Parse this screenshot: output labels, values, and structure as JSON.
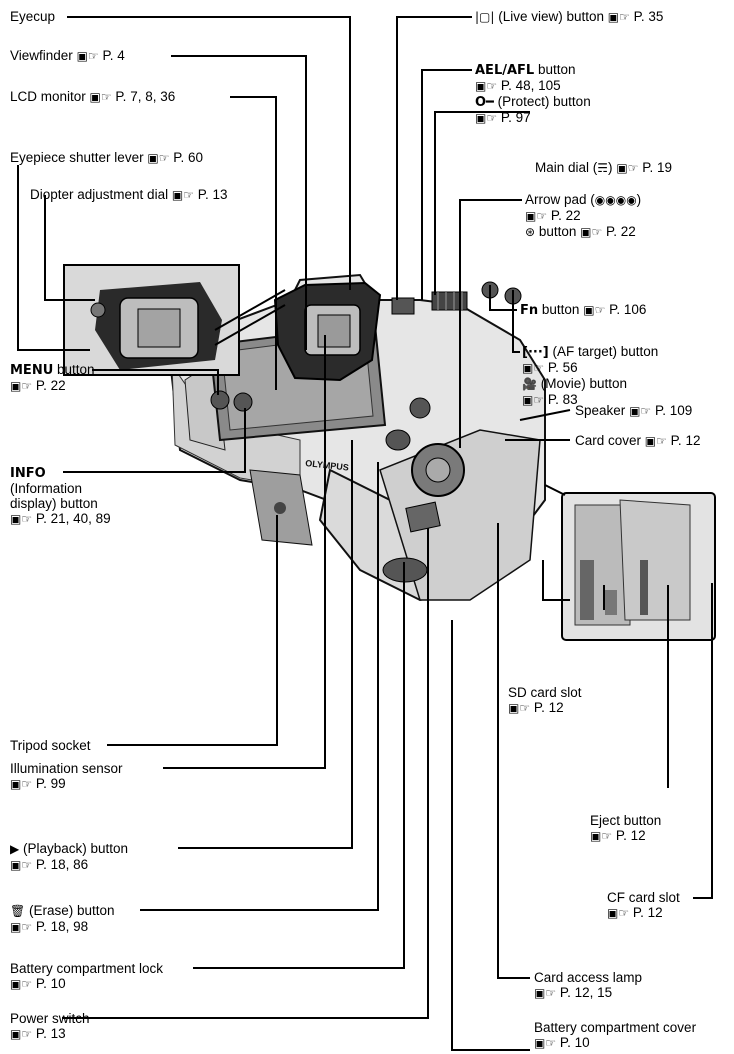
{
  "ref_mark": "☞",
  "labels": {
    "eyecup": "Eyecup",
    "viewfinder": {
      "name": "Viewfinder",
      "ref": "P. 4"
    },
    "lcd": {
      "name": "LCD monitor",
      "ref": "P. 7, 8, 36"
    },
    "eyepiece_shutter": {
      "name": "Eyepiece shutter lever",
      "ref": "P. 60"
    },
    "diopter": {
      "name": "Diopter adjustment dial",
      "ref": "P. 13"
    },
    "menu": {
      "name": "MENU",
      "suffix": "button",
      "ref": "P. 22"
    },
    "info": {
      "name": "INFO",
      "line2": "(Information",
      "line3": "display) button",
      "ref": "P. 21, 40, 89"
    },
    "tripod": "Tripod socket",
    "illum": {
      "name": "Illumination sensor",
      "ref": "P. 99"
    },
    "playback": {
      "name": "(Playback) button",
      "ref": "P. 18, 86"
    },
    "erase": {
      "name": "(Erase) button",
      "ref": "P. 18, 98"
    },
    "batt_lock": {
      "name": "Battery compartment lock",
      "ref": "P. 10"
    },
    "power": {
      "name": "Power switch",
      "ref": "P. 13"
    },
    "liveview": {
      "name": "(Live view) button",
      "ref": "P. 35"
    },
    "aelafl": {
      "name": "AEL/AFL",
      "suffix": "button",
      "ref": "P. 48, 105"
    },
    "protect": {
      "name": "(Protect) button",
      "ref": "P. 97"
    },
    "maindial": {
      "name": "Main dial (",
      "name2": ")",
      "ref": "P. 19"
    },
    "arrowpad": {
      "name": "Arrow pad (",
      "name2": ")",
      "ref": "P. 22"
    },
    "okbtn": {
      "name": "button",
      "ref": "P. 22"
    },
    "fn": {
      "name": "Fn",
      "suffix": "button",
      "ref": "P. 106"
    },
    "aftarget": {
      "name": "(AF target) button",
      "ref": "P. 56"
    },
    "movie": {
      "name": "(Movie) button",
      "ref": "P. 83"
    },
    "speaker": {
      "name": "Speaker",
      "ref": "P. 109"
    },
    "cardcover": {
      "name": "Card cover",
      "ref": "P. 12"
    },
    "sdslot": {
      "name": "SD card slot",
      "ref": "P. 12"
    },
    "eject": {
      "name": "Eject button",
      "ref": "P. 12"
    },
    "cfslot": {
      "name": "CF card slot",
      "ref": "P. 12"
    },
    "accesslamp": {
      "name": "Card access lamp",
      "ref": "P. 12, 15"
    },
    "battcover": {
      "name": "Battery compartment cover",
      "ref": "P. 10"
    },
    "brand": "OLYMPUS"
  }
}
